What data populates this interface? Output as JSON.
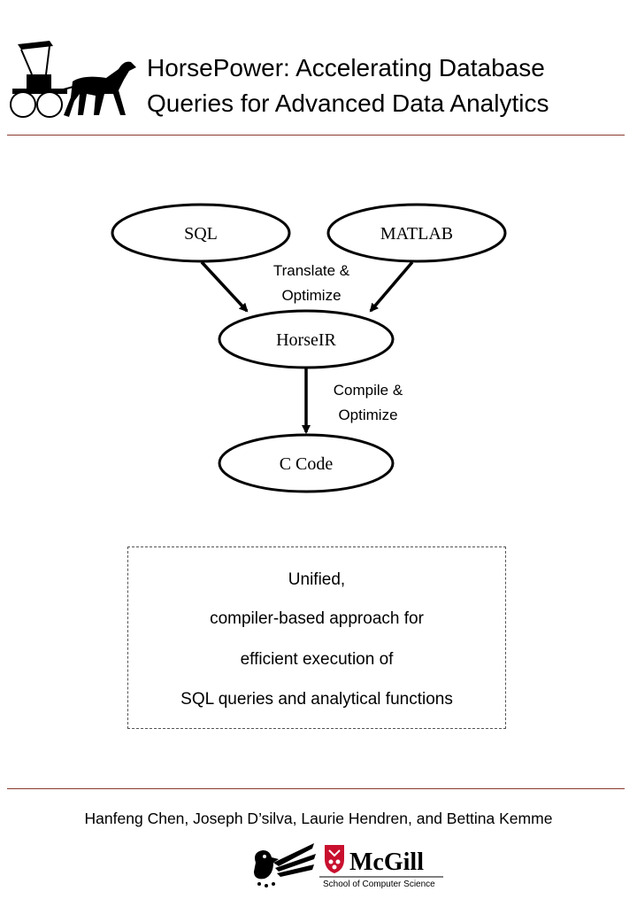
{
  "header": {
    "title_line1": "HorsePower: Accelerating Database",
    "title_line2": "Queries for Advanced Data Analytics"
  },
  "diagram": {
    "nodes": {
      "sql": "SQL",
      "matlab": "MATLAB",
      "horseir": "HorseIR",
      "ccode": "C Code"
    },
    "edges": {
      "translate_line1": "Translate &",
      "translate_line2": "Optimize",
      "compile_line1": "Compile &",
      "compile_line2": "Optimize"
    }
  },
  "summary": {
    "lines": [
      "Unified,",
      "compiler-based approach for",
      "efficient execution of",
      "SQL queries and analytical functions"
    ]
  },
  "footer": {
    "authors": "Hanfeng Chen,  Joseph D’silva, Laurie Hendren, and Bettina Kemme",
    "institution": "McGill",
    "department": "School of Computer Science"
  },
  "colors": {
    "rule": "#8B3A2E",
    "crest_red": "#C8102E"
  }
}
